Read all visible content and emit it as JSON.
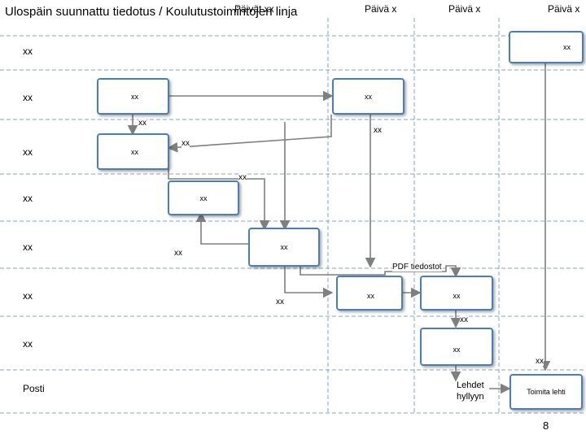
{
  "title": "Ulospäin suunnattu tiedotus / Koulutustoimintojen linja",
  "columns": [
    "Päivät xx",
    "Päivä x",
    "Päivä x",
    "Päivä x"
  ],
  "rows": [
    "xx",
    "xx",
    "xx",
    "xx",
    "xx",
    "xx",
    "xx",
    "Posti"
  ],
  "boxes": {
    "top_right": "xx",
    "r2_left": "xx",
    "r2_right": "xx",
    "r3_left": "xx",
    "r4": "xx",
    "r5": "xx",
    "r6_left": "xx",
    "r6_right": "xx",
    "r7": "xx",
    "toimita": "Toimita lehti"
  },
  "labels": {
    "l1": "xx",
    "l2": "xx",
    "l3": "xx",
    "l4": "xx",
    "l5": "xx",
    "l6": "PDF tiedostot",
    "l7": "xx",
    "l8": "xx",
    "l9": "xx",
    "lehdet": "Lehdet hyllyyn"
  },
  "page_number": "8",
  "colors": {
    "box_border": "#4a7ebb",
    "line": "#7f7f7f",
    "lane": "#8aa0b8"
  }
}
